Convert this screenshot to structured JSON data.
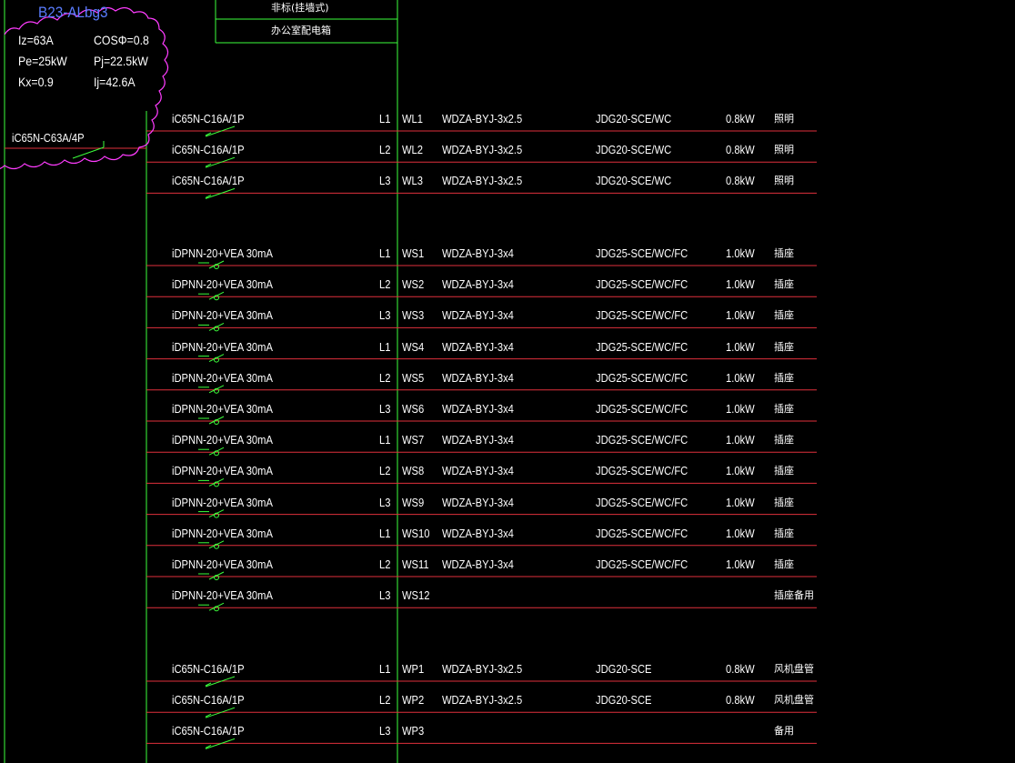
{
  "panel": {
    "name": "B23-ALbg3",
    "params": [
      [
        "Iz=63A",
        "COSΦ=0.8"
      ],
      [
        "Pe=25kW",
        "Pj=22.5kW"
      ],
      [
        "Kx=0.9",
        "Ij=42.6A"
      ]
    ],
    "header_type": "非标(挂墙式)",
    "header_name": "办公室配电箱",
    "main_breaker": "iC65N-C63A/4P"
  },
  "circuits": [
    {
      "breaker": "iC65N-C16A/1P",
      "phase": "L1",
      "id": "WL1",
      "cable": "WDZA-BYJ-3x2.5",
      "conduit": "JDG20-SCE/WC",
      "power": "0.8kW",
      "use": "照明"
    },
    {
      "breaker": "iC65N-C16A/1P",
      "phase": "L2",
      "id": "WL2",
      "cable": "WDZA-BYJ-3x2.5",
      "conduit": "JDG20-SCE/WC",
      "power": "0.8kW",
      "use": "照明"
    },
    {
      "breaker": "iC65N-C16A/1P",
      "phase": "L3",
      "id": "WL3",
      "cable": "WDZA-BYJ-3x2.5",
      "conduit": "JDG20-SCE/WC",
      "power": "0.8kW",
      "use": "照明"
    },
    {
      "breaker": "iDPNN-20+VEA 30mA",
      "phase": "L1",
      "id": "WS1",
      "cable": "WDZA-BYJ-3x4",
      "conduit": "JDG25-SCE/WC/FC",
      "power": "1.0kW",
      "use": "插座"
    },
    {
      "breaker": "iDPNN-20+VEA 30mA",
      "phase": "L2",
      "id": "WS2",
      "cable": "WDZA-BYJ-3x4",
      "conduit": "JDG25-SCE/WC/FC",
      "power": "1.0kW",
      "use": "插座"
    },
    {
      "breaker": "iDPNN-20+VEA 30mA",
      "phase": "L3",
      "id": "WS3",
      "cable": "WDZA-BYJ-3x4",
      "conduit": "JDG25-SCE/WC/FC",
      "power": "1.0kW",
      "use": "插座"
    },
    {
      "breaker": "iDPNN-20+VEA 30mA",
      "phase": "L1",
      "id": "WS4",
      "cable": "WDZA-BYJ-3x4",
      "conduit": "JDG25-SCE/WC/FC",
      "power": "1.0kW",
      "use": "插座"
    },
    {
      "breaker": "iDPNN-20+VEA 30mA",
      "phase": "L2",
      "id": "WS5",
      "cable": "WDZA-BYJ-3x4",
      "conduit": "JDG25-SCE/WC/FC",
      "power": "1.0kW",
      "use": "插座"
    },
    {
      "breaker": "iDPNN-20+VEA 30mA",
      "phase": "L3",
      "id": "WS6",
      "cable": "WDZA-BYJ-3x4",
      "conduit": "JDG25-SCE/WC/FC",
      "power": "1.0kW",
      "use": "插座"
    },
    {
      "breaker": "iDPNN-20+VEA 30mA",
      "phase": "L1",
      "id": "WS7",
      "cable": "WDZA-BYJ-3x4",
      "conduit": "JDG25-SCE/WC/FC",
      "power": "1.0kW",
      "use": "插座"
    },
    {
      "breaker": "iDPNN-20+VEA 30mA",
      "phase": "L2",
      "id": "WS8",
      "cable": "WDZA-BYJ-3x4",
      "conduit": "JDG25-SCE/WC/FC",
      "power": "1.0kW",
      "use": "插座"
    },
    {
      "breaker": "iDPNN-20+VEA 30mA",
      "phase": "L3",
      "id": "WS9",
      "cable": "WDZA-BYJ-3x4",
      "conduit": "JDG25-SCE/WC/FC",
      "power": "1.0kW",
      "use": "插座"
    },
    {
      "breaker": "iDPNN-20+VEA 30mA",
      "phase": "L1",
      "id": "WS10",
      "cable": "WDZA-BYJ-3x4",
      "conduit": "JDG25-SCE/WC/FC",
      "power": "1.0kW",
      "use": "插座"
    },
    {
      "breaker": "iDPNN-20+VEA 30mA",
      "phase": "L2",
      "id": "WS11",
      "cable": "WDZA-BYJ-3x4",
      "conduit": "JDG25-SCE/WC/FC",
      "power": "1.0kW",
      "use": "插座"
    },
    {
      "breaker": "iDPNN-20+VEA 30mA",
      "phase": "L3",
      "id": "WS12",
      "cable": "",
      "conduit": "",
      "power": "",
      "use": "插座备用"
    },
    {
      "breaker": "iC65N-C16A/1P",
      "phase": "L1",
      "id": "WP1",
      "cable": "WDZA-BYJ-3x2.5",
      "conduit": "JDG20-SCE",
      "power": "0.8kW",
      "use": "风机盘管"
    },
    {
      "breaker": "iC65N-C16A/1P",
      "phase": "L2",
      "id": "WP2",
      "cable": "WDZA-BYJ-3x2.5",
      "conduit": "JDG20-SCE",
      "power": "0.8kW",
      "use": "风机盘管"
    },
    {
      "breaker": "iC65N-C16A/1P",
      "phase": "L3",
      "id": "WP3",
      "cable": "",
      "conduit": "",
      "power": "",
      "use": "备用"
    }
  ],
  "colors": {
    "background": "#000000",
    "busbar": "#3cff3c",
    "feeder_line": "#e0303c",
    "revision_cloud": "#ff3cff",
    "title": "#5a7dff",
    "text": "#ffffff"
  }
}
